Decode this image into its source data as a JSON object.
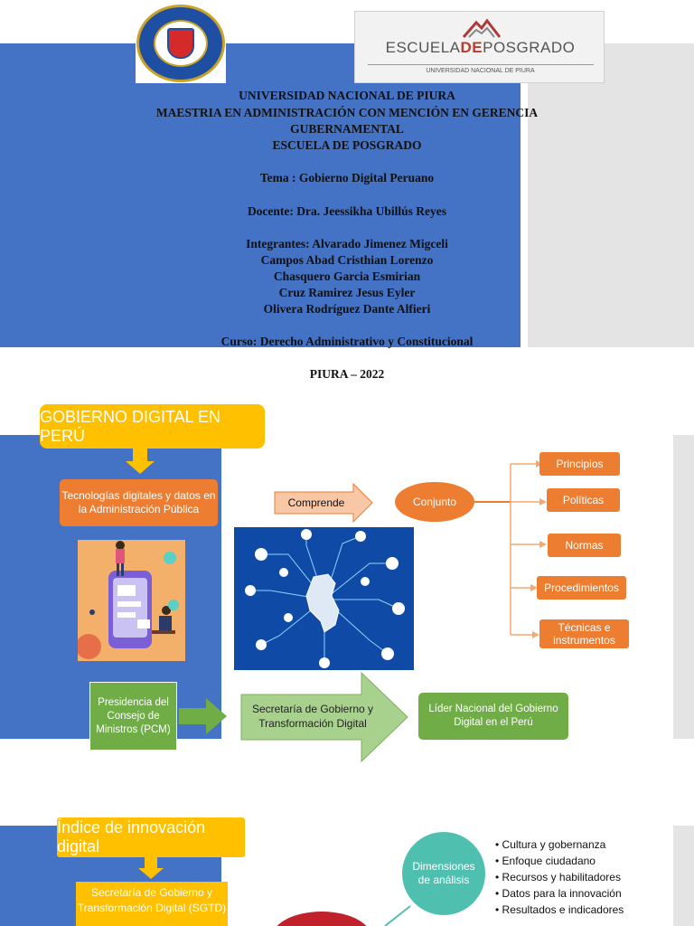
{
  "cover": {
    "posgrado_logo": {
      "prefix": "ESCUELA",
      "highlight": "DE",
      "suffix": "POSGRADO",
      "subtitle": "UNIVERSIDAD NACIONAL DE PIURA"
    },
    "university": "UNIVERSIDAD NACIONAL DE PIURA",
    "program_line1": "MAESTRIA EN ADMINISTRACIÓN CON MENCIÓN EN GERENCIA",
    "program_line2": "GUBERNAMENTAL",
    "school": "ESCUELA DE POSGRADO",
    "topic": "Tema : Gobierno Digital Peruano",
    "teacher": "Docente: Dra. Jeessikha Ubillús Reyes",
    "members": [
      "Integrantes: Alvarado Jimenez Migceli",
      "Campos Abad Cristhian Lorenzo",
      "Chasquero Garcia Esmirian",
      "Cruz Ramirez Jesus Eyler",
      "Olivera Rodríguez Dante Alfieri"
    ],
    "course": "Curso: Derecho Administrativo y Constitucional",
    "place_year": "PIURA – 2022"
  },
  "infographic": {
    "title": "GOBIERNO DIGITAL EN PERÚ",
    "tech_box": "Tecnologías digitales y datos en la Administración Pública",
    "comprende": "Comprende",
    "conjunto": "Conjunto",
    "items": [
      "Principios",
      "Políticas",
      "Normas",
      "Procedimientos",
      "Técnicas e instrumentos"
    ],
    "pcm": "Presidencia del Consejo de Ministros (PCM)",
    "secretaria": "Secretaría de Gobierno y Transformación Digital",
    "lider": "Líder Nacional del Gobierno Digital en el Perú"
  },
  "innovation": {
    "title": "Índice de innovación digital",
    "sgtd": "Secretaría de Gobierno y Transformación Digital (SGTD)",
    "dimensions": "Dimensiones de análisis",
    "bullets": [
      "Cultura y gobernanza",
      "Enfoque ciudadano",
      "Recursos y habilitadores",
      "Datos para la innovación",
      "Resultados e indicadores"
    ]
  },
  "colors": {
    "blue": "#4472c4",
    "yellow": "#ffc000",
    "orange": "#ed7d31",
    "green": "#70ad47",
    "teal": "#4fc0b0"
  }
}
